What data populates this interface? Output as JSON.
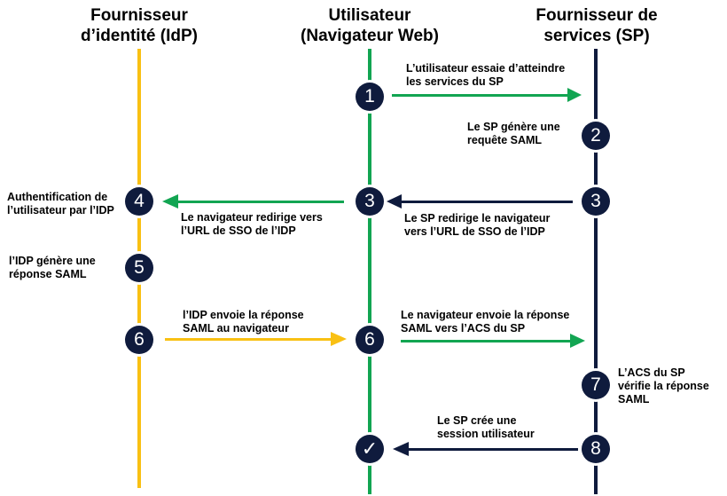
{
  "headers": {
    "idp": "Fournisseur\nd’identité (IdP)",
    "user": "Utilisateur\n(Navigateur Web)",
    "sp": "Fournisseur de\nservices (SP)"
  },
  "colors": {
    "idp_line": "#f9c013",
    "user_line": "#12a552",
    "sp_line": "#0f1b3d",
    "step_fill": "#0f1b3d"
  },
  "steps": {
    "s1": "1",
    "s2": "2",
    "s3_sp": "3",
    "s3_user": "3",
    "s4": "4",
    "s5": "5",
    "s6_idp": "6",
    "s6_user": "6",
    "s7": "7",
    "s8": "8",
    "check": "✓"
  },
  "labels": {
    "l1": "L’utilisateur essaie d’atteindre\nles services du SP",
    "l2": "Le SP génère une\nrequête SAML",
    "l3_sp": "Le SP redirige le navigateur\nvers l’URL de SSO de l’IDP",
    "l3_user": "Le navigateur redirige vers\nl’URL de SSO de l’IDP",
    "l4": "Authentification de\nl’utilisateur par l’IDP",
    "l5": "l’IDP génère une\nréponse SAML",
    "l6_idp": "l’IDP envoie la réponse\nSAML au navigateur",
    "l6_user": "Le navigateur envoie la réponse\nSAML vers l’ACS du SP",
    "l7": "L’ACS du SP\nvérifie la réponse\nSAML",
    "l8": "Le SP crée une\nsession utilisateur"
  }
}
